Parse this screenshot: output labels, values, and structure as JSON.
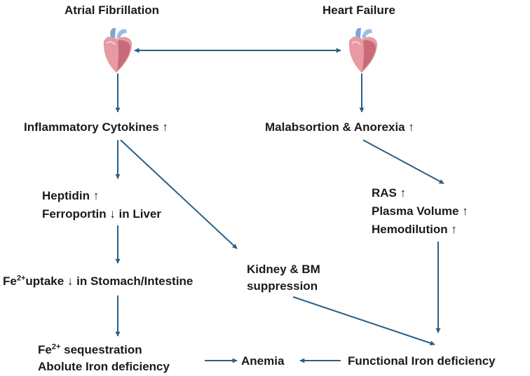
{
  "colors": {
    "arrow": "#2a5f85",
    "text": "#1a1a1a",
    "heart_body": "#e79aa3",
    "heart_dark": "#c86a78",
    "vessel": "#7da6d8"
  },
  "icons": {
    "left_heart": "heart-icon",
    "right_heart": "heart-icon"
  },
  "nodes": {
    "atrial_fibrillation": "Atrial Fibrillation",
    "heart_failure": "Heart Failure",
    "inflammatory_cytokines": "Inflammatory Cytokines ↑",
    "malabsorption": "Malabsortion & Anorexia ↑",
    "heptidin": "Heptidin ↑",
    "ferroportin": "Ferroportin ↓ in Liver",
    "ras": "RAS ↑",
    "plasma_volume": "Plasma Volume  ↑",
    "hemodilution": "Hemodilution  ↑",
    "fe_uptake_prefix": "Fe",
    "fe_uptake_sup": "2+",
    "fe_uptake_rest": "uptake ↓ in Stomach/Intestine",
    "kidney_bm_1": "Kidney & BM",
    "kidney_bm_2": "suppression",
    "fe_seq_prefix": "Fe",
    "fe_seq_sup": "2+",
    "fe_seq_rest": " sequestration",
    "absolute_iron": "Abolute Iron deficiency",
    "anemia": "Anemia",
    "functional_iron": "Functional Iron deficiency"
  }
}
